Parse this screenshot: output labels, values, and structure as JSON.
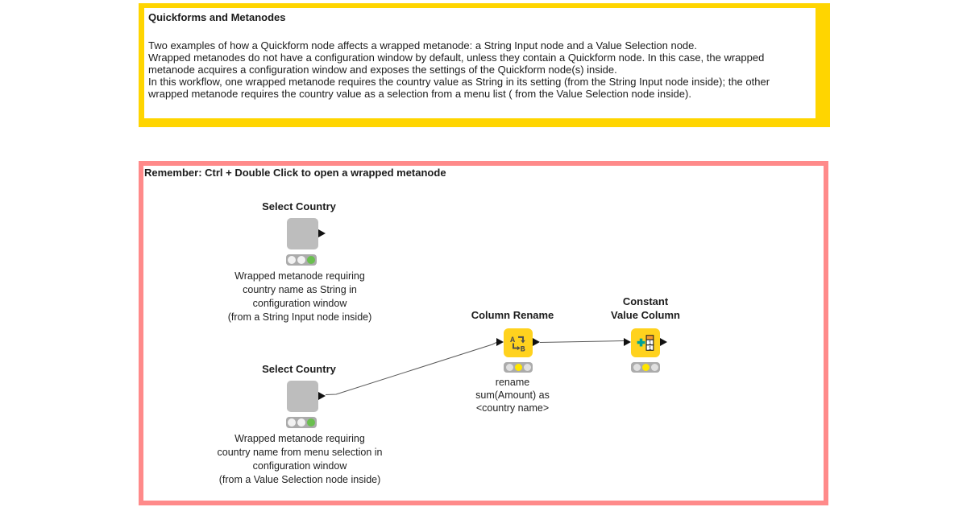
{
  "colors": {
    "annotation_yellow": "#FFD500",
    "annotation_pink": "#FF8A8A",
    "node_yellow": "#FFD21E",
    "metanode_gray": "#BDBDBD",
    "status_green": "#6ABF4F",
    "status_yellow": "#FFE600",
    "port_black": "#111111",
    "icon_teal": "#00A294",
    "icon_orange": "#F79A2E",
    "wire_gray": "#5A5A5A"
  },
  "info_box": {
    "title": "Quickforms and Metanodes",
    "lines": [
      "Two examples of how a Quickform node affects a wrapped metanode: a String Input node and a Value Selection node.",
      "Wrapped metanodes do not have a configuration window by default, unless they contain a Quickform node. In this case, the wrapped",
      "metanode acquires a configuration window and exposes the settings of the Quickform node(s) inside.",
      "In this workflow, one wrapped metanode requires the country value as String in its setting (from the String Input node inside); the other",
      "wrapped metanode requires the country value as a selection from a menu list ( from the Value Selection node inside)."
    ]
  },
  "workflow_box": {
    "title": "Remember: Ctrl + Double Click to open a wrapped metanode"
  },
  "nodes": {
    "metanode1": {
      "label": "Select Country",
      "type": "wrapped-metanode",
      "status_light": "green",
      "caption": [
        "Wrapped metanode requiring",
        "country name as String in",
        "configuration window",
        "(from a String Input node inside)"
      ]
    },
    "metanode2": {
      "label": "Select Country",
      "type": "wrapped-metanode",
      "status_light": "green",
      "caption": [
        "Wrapped metanode requiring",
        "country name from menu selection in",
        "configuration window",
        "(from a Value Selection node inside)"
      ]
    },
    "column_rename": {
      "label": "Column Rename",
      "type": "node",
      "icon": "rename-a-to-b-icon",
      "status_light": "yellow",
      "caption": [
        "rename",
        "sum(Amount) as",
        "<country name>"
      ]
    },
    "constant_value_column": {
      "label_line1": "Constant",
      "label_line2": "Value Column",
      "type": "node",
      "icon": "add-constant-column-icon",
      "status_light": "yellow",
      "caption": []
    }
  }
}
